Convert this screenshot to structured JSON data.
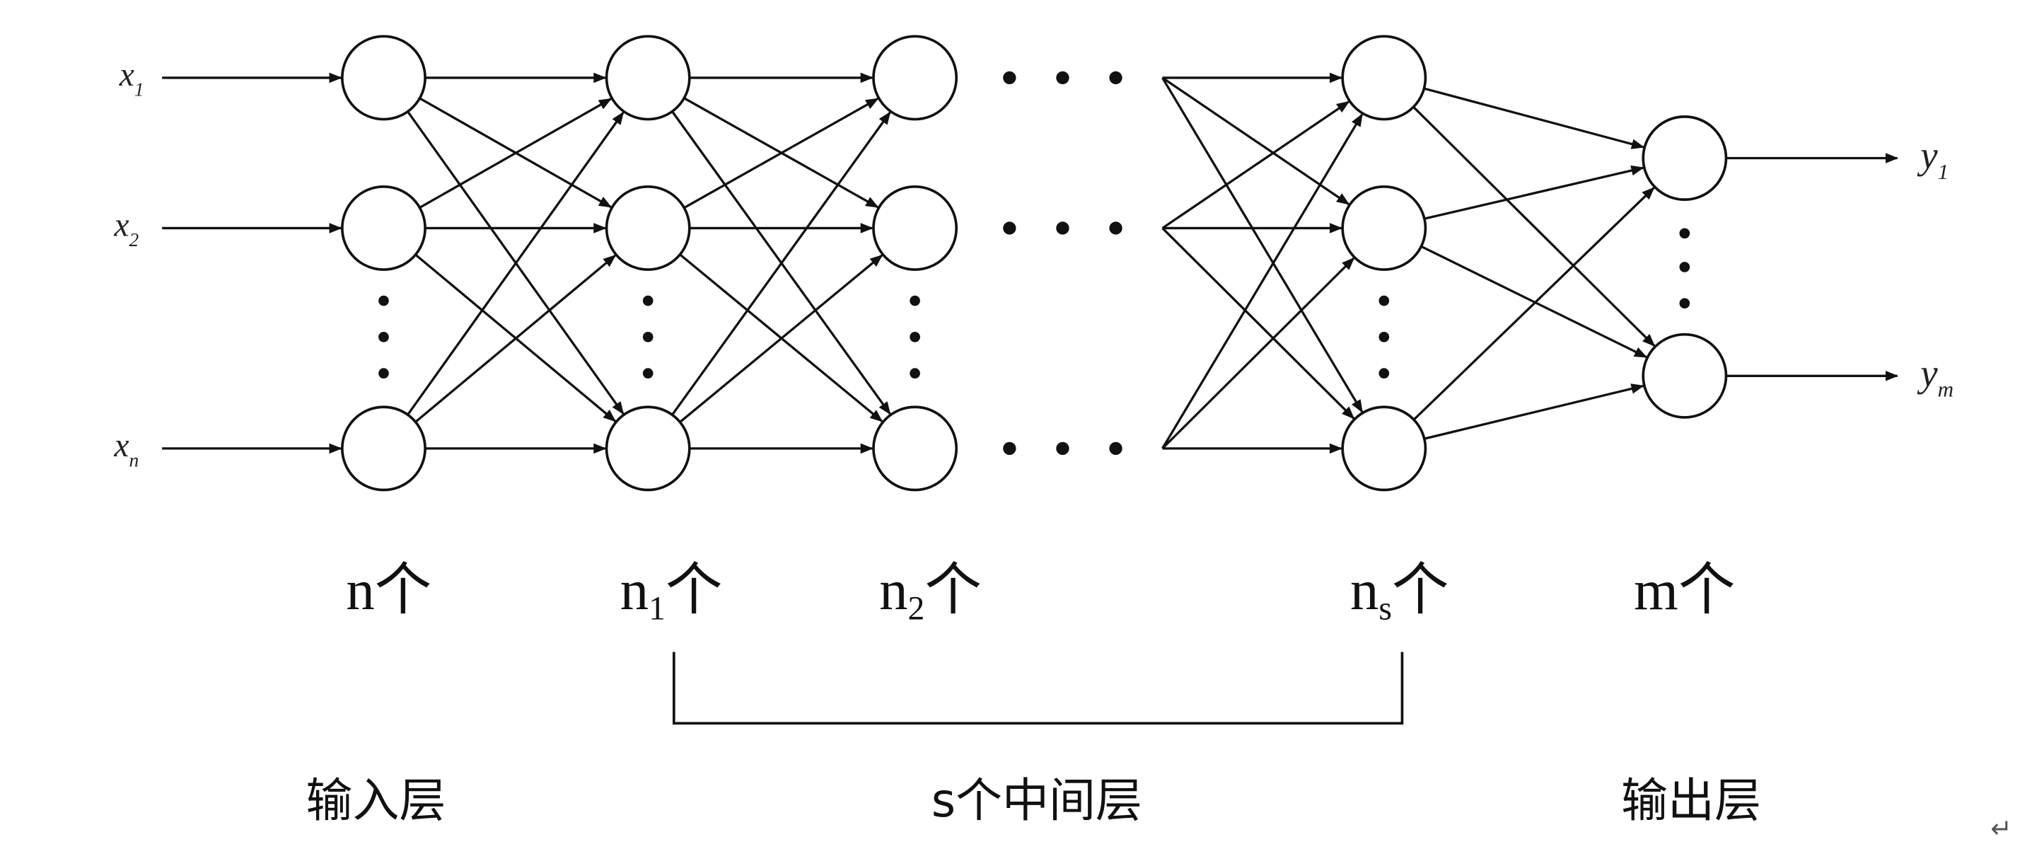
{
  "diagram": {
    "inputs": [
      {
        "var": "x",
        "sub": "1"
      },
      {
        "var": "x",
        "sub": "2"
      },
      {
        "var": "x",
        "sub": "n"
      }
    ],
    "outputs": [
      {
        "var": "y",
        "sub": "1"
      },
      {
        "var": "y",
        "sub": "m"
      }
    ],
    "layer_counts": [
      {
        "base": "n",
        "sub": "",
        "suffix": "个"
      },
      {
        "base": "n",
        "sub": "1",
        "suffix": "个"
      },
      {
        "base": "n",
        "sub": "2",
        "suffix": "个"
      },
      {
        "base": "n",
        "sub": "s",
        "suffix": "个"
      },
      {
        "base": "m",
        "sub": "",
        "suffix": "个"
      }
    ],
    "group_labels": {
      "input": "输入层",
      "hidden": "s个中间层",
      "output": "输出层"
    },
    "return_mark": "↵",
    "colors": {
      "stroke": "#111111",
      "background": "#ffffff"
    }
  }
}
